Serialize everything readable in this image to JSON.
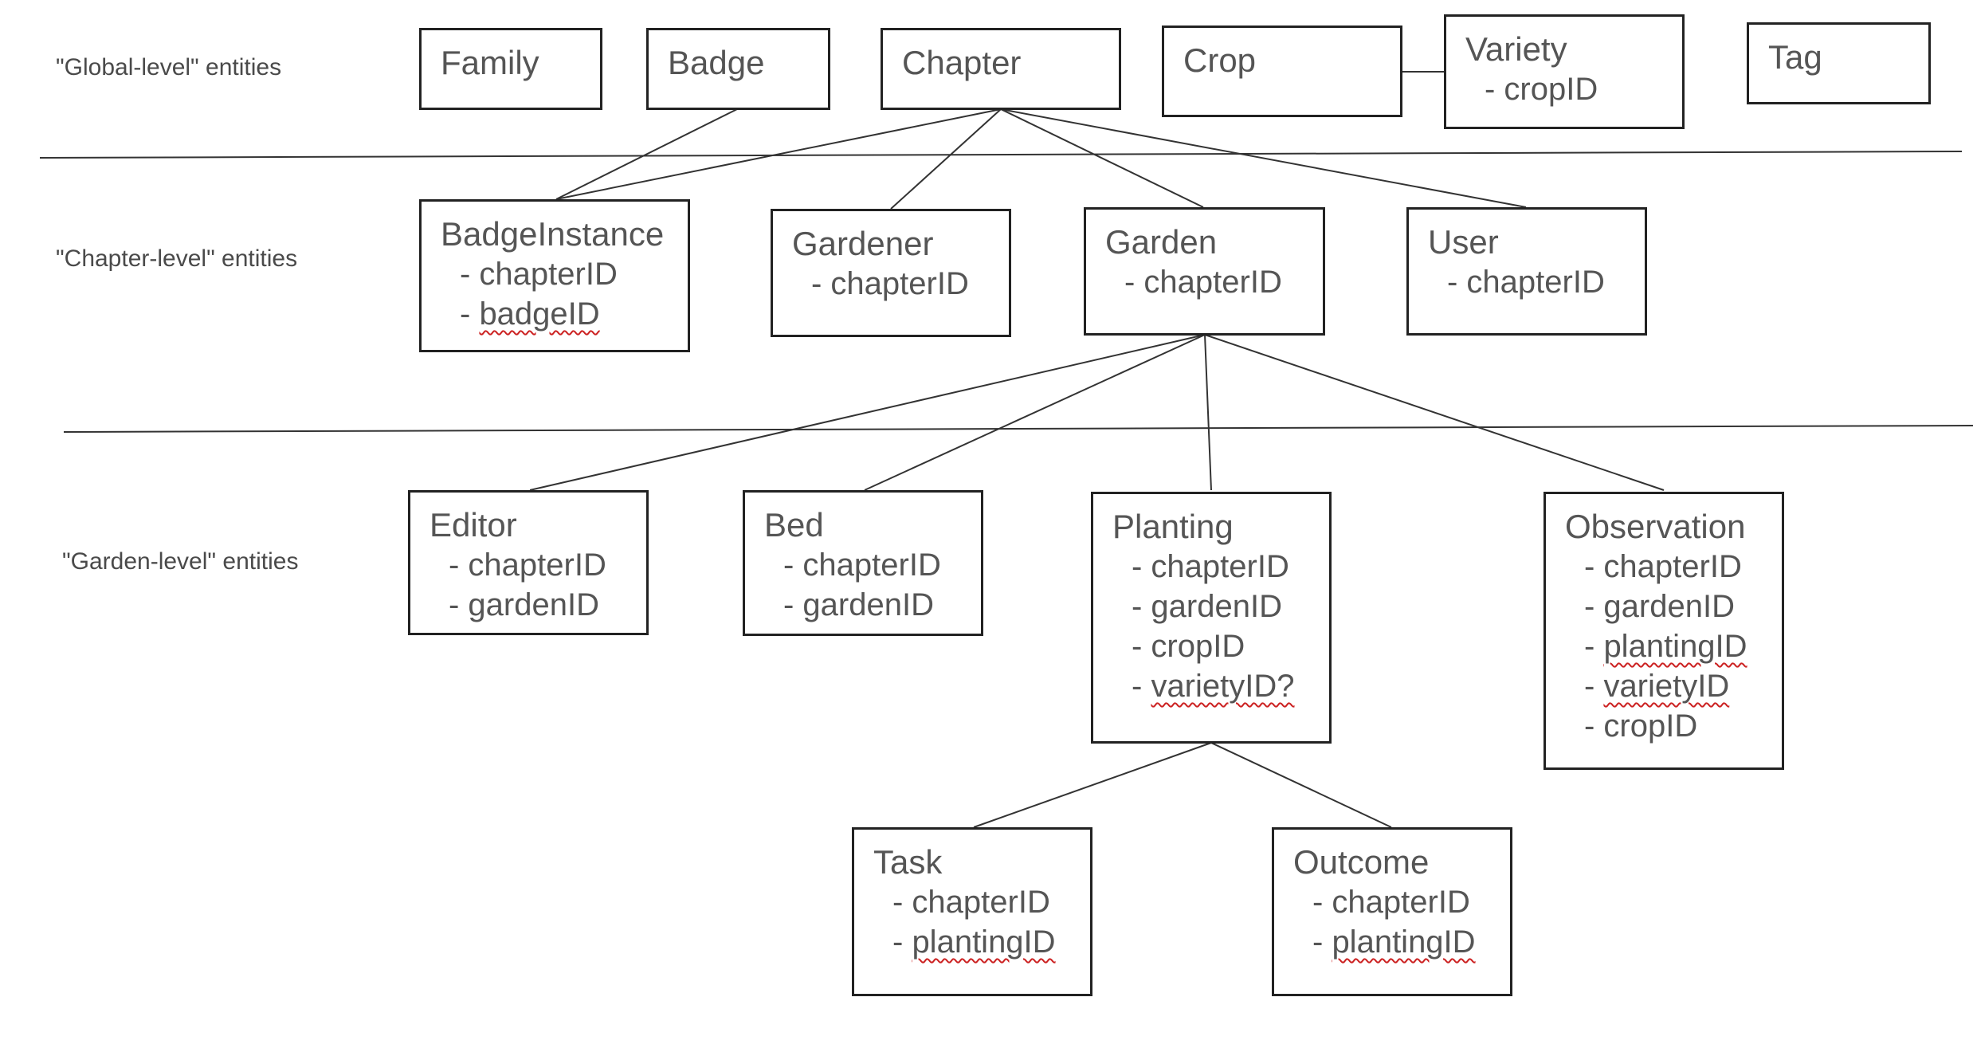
{
  "level_labels": {
    "global": "\"Global-level\" entities",
    "chapter": "\"Chapter-level\" entities",
    "garden": "\"Garden-level\" entities"
  },
  "entities": {
    "family": {
      "name": "Family",
      "fields": []
    },
    "badge": {
      "name": "Badge",
      "fields": []
    },
    "chapter": {
      "name": "Chapter",
      "fields": []
    },
    "crop": {
      "name": "Crop",
      "fields": []
    },
    "variety": {
      "name": "Variety",
      "fields": [
        "- cropID"
      ]
    },
    "tag": {
      "name": "Tag",
      "fields": []
    },
    "badgeinstance": {
      "name": "BadgeInstance",
      "fields": [
        "- chapterID",
        "- badgeID"
      ]
    },
    "gardener": {
      "name": "Gardener",
      "fields": [
        "- chapterID"
      ]
    },
    "garden": {
      "name": "Garden",
      "fields": [
        "- chapterID"
      ]
    },
    "user": {
      "name": "User",
      "fields": [
        "- chapterID"
      ]
    },
    "editor": {
      "name": "Editor",
      "fields": [
        "- chapterID",
        "- gardenID"
      ]
    },
    "bed": {
      "name": "Bed",
      "fields": [
        "- chapterID",
        "- gardenID"
      ]
    },
    "planting": {
      "name": "Planting",
      "fields": [
        "- chapterID",
        "- gardenID",
        "- cropID",
        "- varietyID?"
      ]
    },
    "observation": {
      "name": "Observation",
      "fields": [
        "- chapterID",
        "- gardenID",
        "- plantingID",
        "- varietyID",
        "- cropID"
      ]
    },
    "task": {
      "name": "Task",
      "fields": [
        "- chapterID",
        "- plantingID"
      ]
    },
    "outcome": {
      "name": "Outcome",
      "fields": [
        "- chapterID",
        "- plantingID"
      ]
    }
  },
  "spellcheck_flagged": [
    "badgeID",
    "plantingID",
    "varietyID",
    "varietyID?"
  ],
  "colors": {
    "line": "#333333",
    "box_border": "#222222",
    "text": "#555555",
    "spellcheck": "#cc2222"
  }
}
